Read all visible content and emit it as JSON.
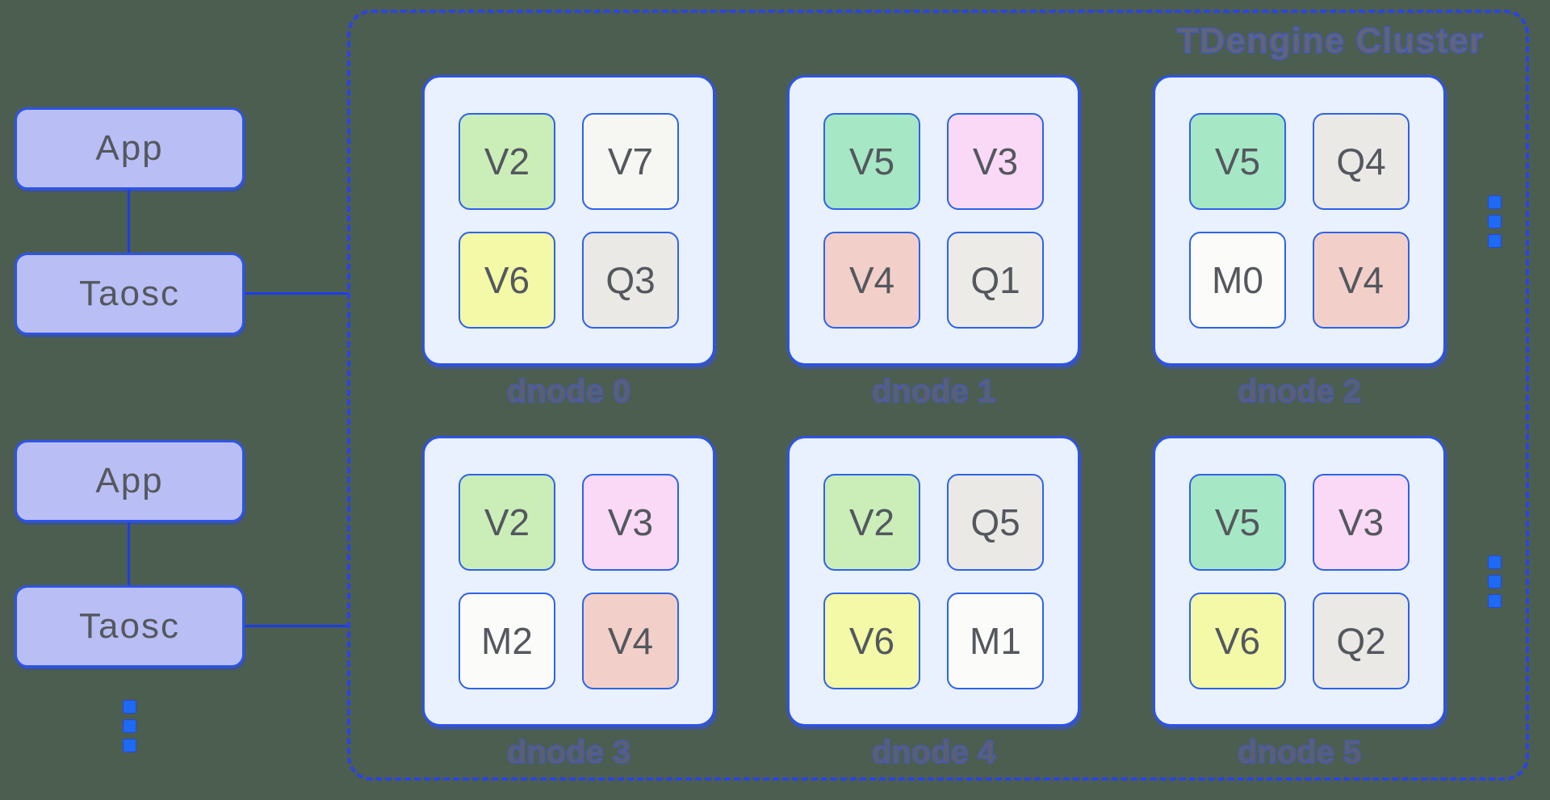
{
  "page": {
    "background_color": "#4c5e50"
  },
  "clients": [
    {
      "app_label": "App",
      "taosc_label": "Taosc"
    },
    {
      "app_label": "App",
      "taosc_label": "Taosc"
    }
  ],
  "client_style": {
    "fill": "#b9bef5",
    "border": "#2e54e6",
    "text_color": "#55585e"
  },
  "cluster": {
    "title": "TDengine Cluster",
    "border_color": "#2b44e0",
    "dnode_fill": "#e9f0fe",
    "dnode_border": "#2d53e6",
    "dnodes": [
      {
        "label": "dnode 0",
        "cells": [
          {
            "label": "V2",
            "color": "#cbeeb9"
          },
          {
            "label": "V7",
            "color": "#f6f6f3"
          },
          {
            "label": "V6",
            "color": "#f3f9a7"
          },
          {
            "label": "Q3",
            "color": "#eae9e6"
          }
        ]
      },
      {
        "label": "dnode 1",
        "cells": [
          {
            "label": "V5",
            "color": "#a6e7c6"
          },
          {
            "label": "V3",
            "color": "#f9d9f6"
          },
          {
            "label": "V4",
            "color": "#f2d0c9"
          },
          {
            "label": "Q1",
            "color": "#ecebe8"
          }
        ]
      },
      {
        "label": "dnode 2",
        "cells": [
          {
            "label": "V5",
            "color": "#a6e7c6"
          },
          {
            "label": "Q4",
            "color": "#eae9e6"
          },
          {
            "label": "M0",
            "color": "#fbfbf9"
          },
          {
            "label": "V4",
            "color": "#f2d0c9"
          }
        ]
      },
      {
        "label": "dnode 3",
        "cells": [
          {
            "label": "V2",
            "color": "#cbeeb9"
          },
          {
            "label": "V3",
            "color": "#f9d9f6"
          },
          {
            "label": "M2",
            "color": "#fbfbf9"
          },
          {
            "label": "V4",
            "color": "#f2d0c9"
          }
        ]
      },
      {
        "label": "dnode 4",
        "cells": [
          {
            "label": "V2",
            "color": "#cbeeb9"
          },
          {
            "label": "Q5",
            "color": "#eae9e6"
          },
          {
            "label": "V6",
            "color": "#f3f9a7"
          },
          {
            "label": "M1",
            "color": "#fbfbf9"
          }
        ]
      },
      {
        "label": "dnode 5",
        "cells": [
          {
            "label": "V5",
            "color": "#a6e7c6"
          },
          {
            "label": "V3",
            "color": "#f9d9f6"
          },
          {
            "label": "V6",
            "color": "#f3f9a7"
          },
          {
            "label": "Q2",
            "color": "#eae9e6"
          }
        ]
      }
    ]
  },
  "icons": {
    "more_clients": "vertical-ellipsis",
    "more_dnodes_row1": "vertical-ellipsis",
    "more_dnodes_row2": "vertical-ellipsis"
  },
  "accent_colors": {
    "connector": "#1c3ce8",
    "ellipsis_dot": "#1e6af2"
  }
}
